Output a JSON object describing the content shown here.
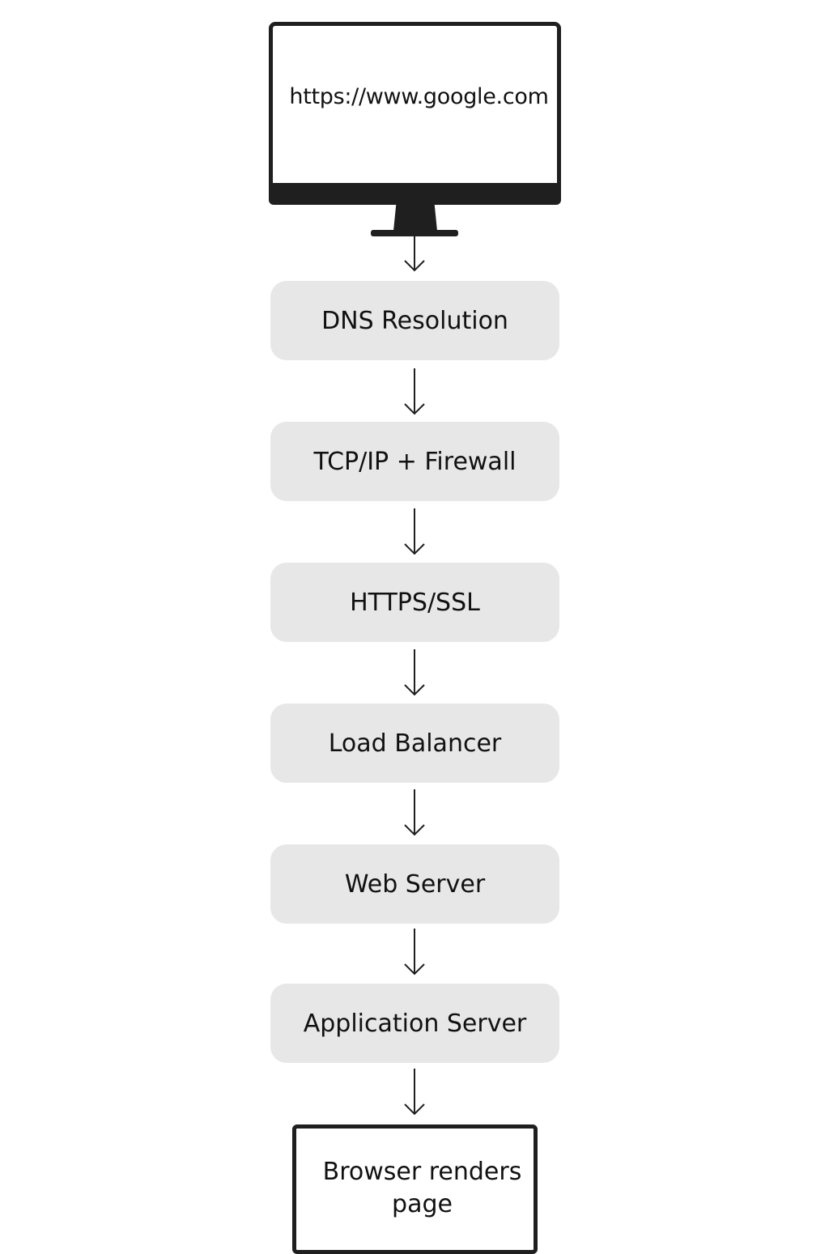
{
  "monitor": {
    "url": "https://www.google.com"
  },
  "steps": [
    {
      "label": "DNS Resolution"
    },
    {
      "label": "TCP/IP + Firewall"
    },
    {
      "label": "HTTPS/SSL"
    },
    {
      "label": "Load Balancer"
    },
    {
      "label": "Web Server"
    },
    {
      "label": "Application Server"
    }
  ],
  "output": {
    "line1": "Browser renders",
    "line2": "page"
  },
  "colors": {
    "box_fill": "#e7e7e7",
    "stroke": "#1f1f1f",
    "text": "#111111"
  }
}
